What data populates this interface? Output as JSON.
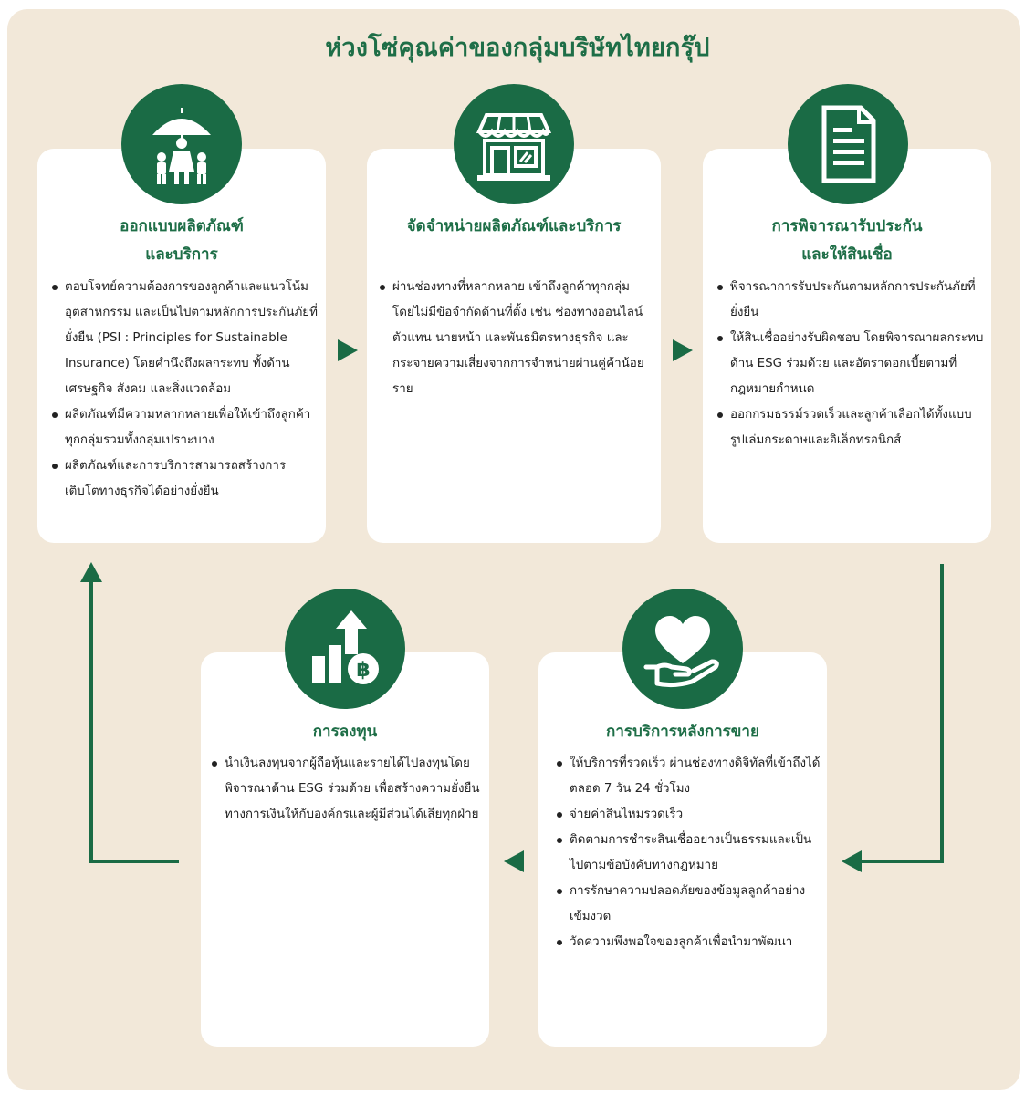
{
  "title": "ห่วงโซ่คุณค่าของกลุ่มบริษัทไทยกรุ๊ป",
  "colors": {
    "primary_green": "#1a6b45",
    "background": "#f2e8d9",
    "card": "#ffffff"
  },
  "steps": [
    {
      "icon": "family-umbrella-icon",
      "title_line1": "ออกแบบผลิตภัณฑ์",
      "title_line2": "และบริการ",
      "bullets": [
        "ตอบโจทย์ความต้องการของลูกค้าและแนวโน้มอุตสาหกรรม และเป็นไปตามหลักการประกันภัยที่ยั่งยืน (PSI : Principles for Sustainable Insurance) โดยคำนึงถึงผลกระทบ ทั้งด้านเศรษฐกิจ สังคม และสิ่งแวดล้อม",
        "ผลิตภัณฑ์มีความหลากหลายเพื่อให้เข้าถึงลูกค้าทุกกลุ่มรวมทั้งกลุ่มเปราะบาง",
        "ผลิตภัณฑ์และการบริการสามารถสร้างการเติบโตทางธุรกิจได้อย่างยั่งยืน"
      ]
    },
    {
      "icon": "storefront-icon",
      "title_line1": "จัดจำหน่ายผลิตภัณฑ์และบริการ",
      "title_line2": "",
      "bullets": [
        "ผ่านช่องทางที่หลากหลาย เข้าถึงลูกค้าทุกกลุ่มโดยไม่มีข้อจำกัดด้านที่ตั้ง เช่น ช่องทางออนไลน์ ตัวแทน นายหน้า และพันธมิตรทางธุรกิจ และกระจายความเสี่ยงจากการจำหน่ายผ่านคู่ค้าน้อยราย"
      ]
    },
    {
      "icon": "document-icon",
      "title_line1": "การพิจารณารับประกัน",
      "title_line2": "และให้สินเชื่อ",
      "bullets": [
        "พิจารณาการรับประกันตามหลักการประกันภัยที่ยั่งยืน",
        "ให้สินเชื่ออย่างรับผิดชอบ โดยพิจารณาผลกระทบด้าน ESG ร่วมด้วย และอัตราดอกเบี้ยตามที่กฎหมายกำหนด",
        "ออกกรมธรรม์รวดเร็วและลูกค้าเลือกได้ทั้งแบบรูปเล่มกระดาษและอิเล็กทรอนิกส์"
      ]
    },
    {
      "icon": "heart-hand-icon",
      "title_line1": "การบริการหลังการขาย",
      "title_line2": "",
      "bullets": [
        "ให้บริการที่รวดเร็ว ผ่านช่องทางดิจิทัลที่เข้าถึงได้ตลอด 7 วัน 24 ชั่วโมง",
        "จ่ายค่าสินไหมรวดเร็ว",
        "ติดตามการชำระสินเชื่ออย่างเป็นธรรมและเป็นไปตามข้อบังคับทางกฎหมาย",
        "การรักษาความปลอดภัยของข้อมูลลูกค้าอย่างเข้มงวด",
        "วัดความพึงพอใจของลูกค้าเพื่อนำมาพัฒนา"
      ]
    },
    {
      "icon": "investment-growth-icon",
      "title_line1": "การลงทุน",
      "title_line2": "",
      "bullets": [
        "นำเงินลงทุนจากผู้ถือหุ้นและรายได้ไปลงทุนโดยพิจารณาด้าน ESG ร่วมด้วย เพื่อสร้างความยั่งยืนทางการเงินให้กับองค์กรและผู้มีส่วนได้เสียทุกฝ่าย"
      ]
    }
  ]
}
